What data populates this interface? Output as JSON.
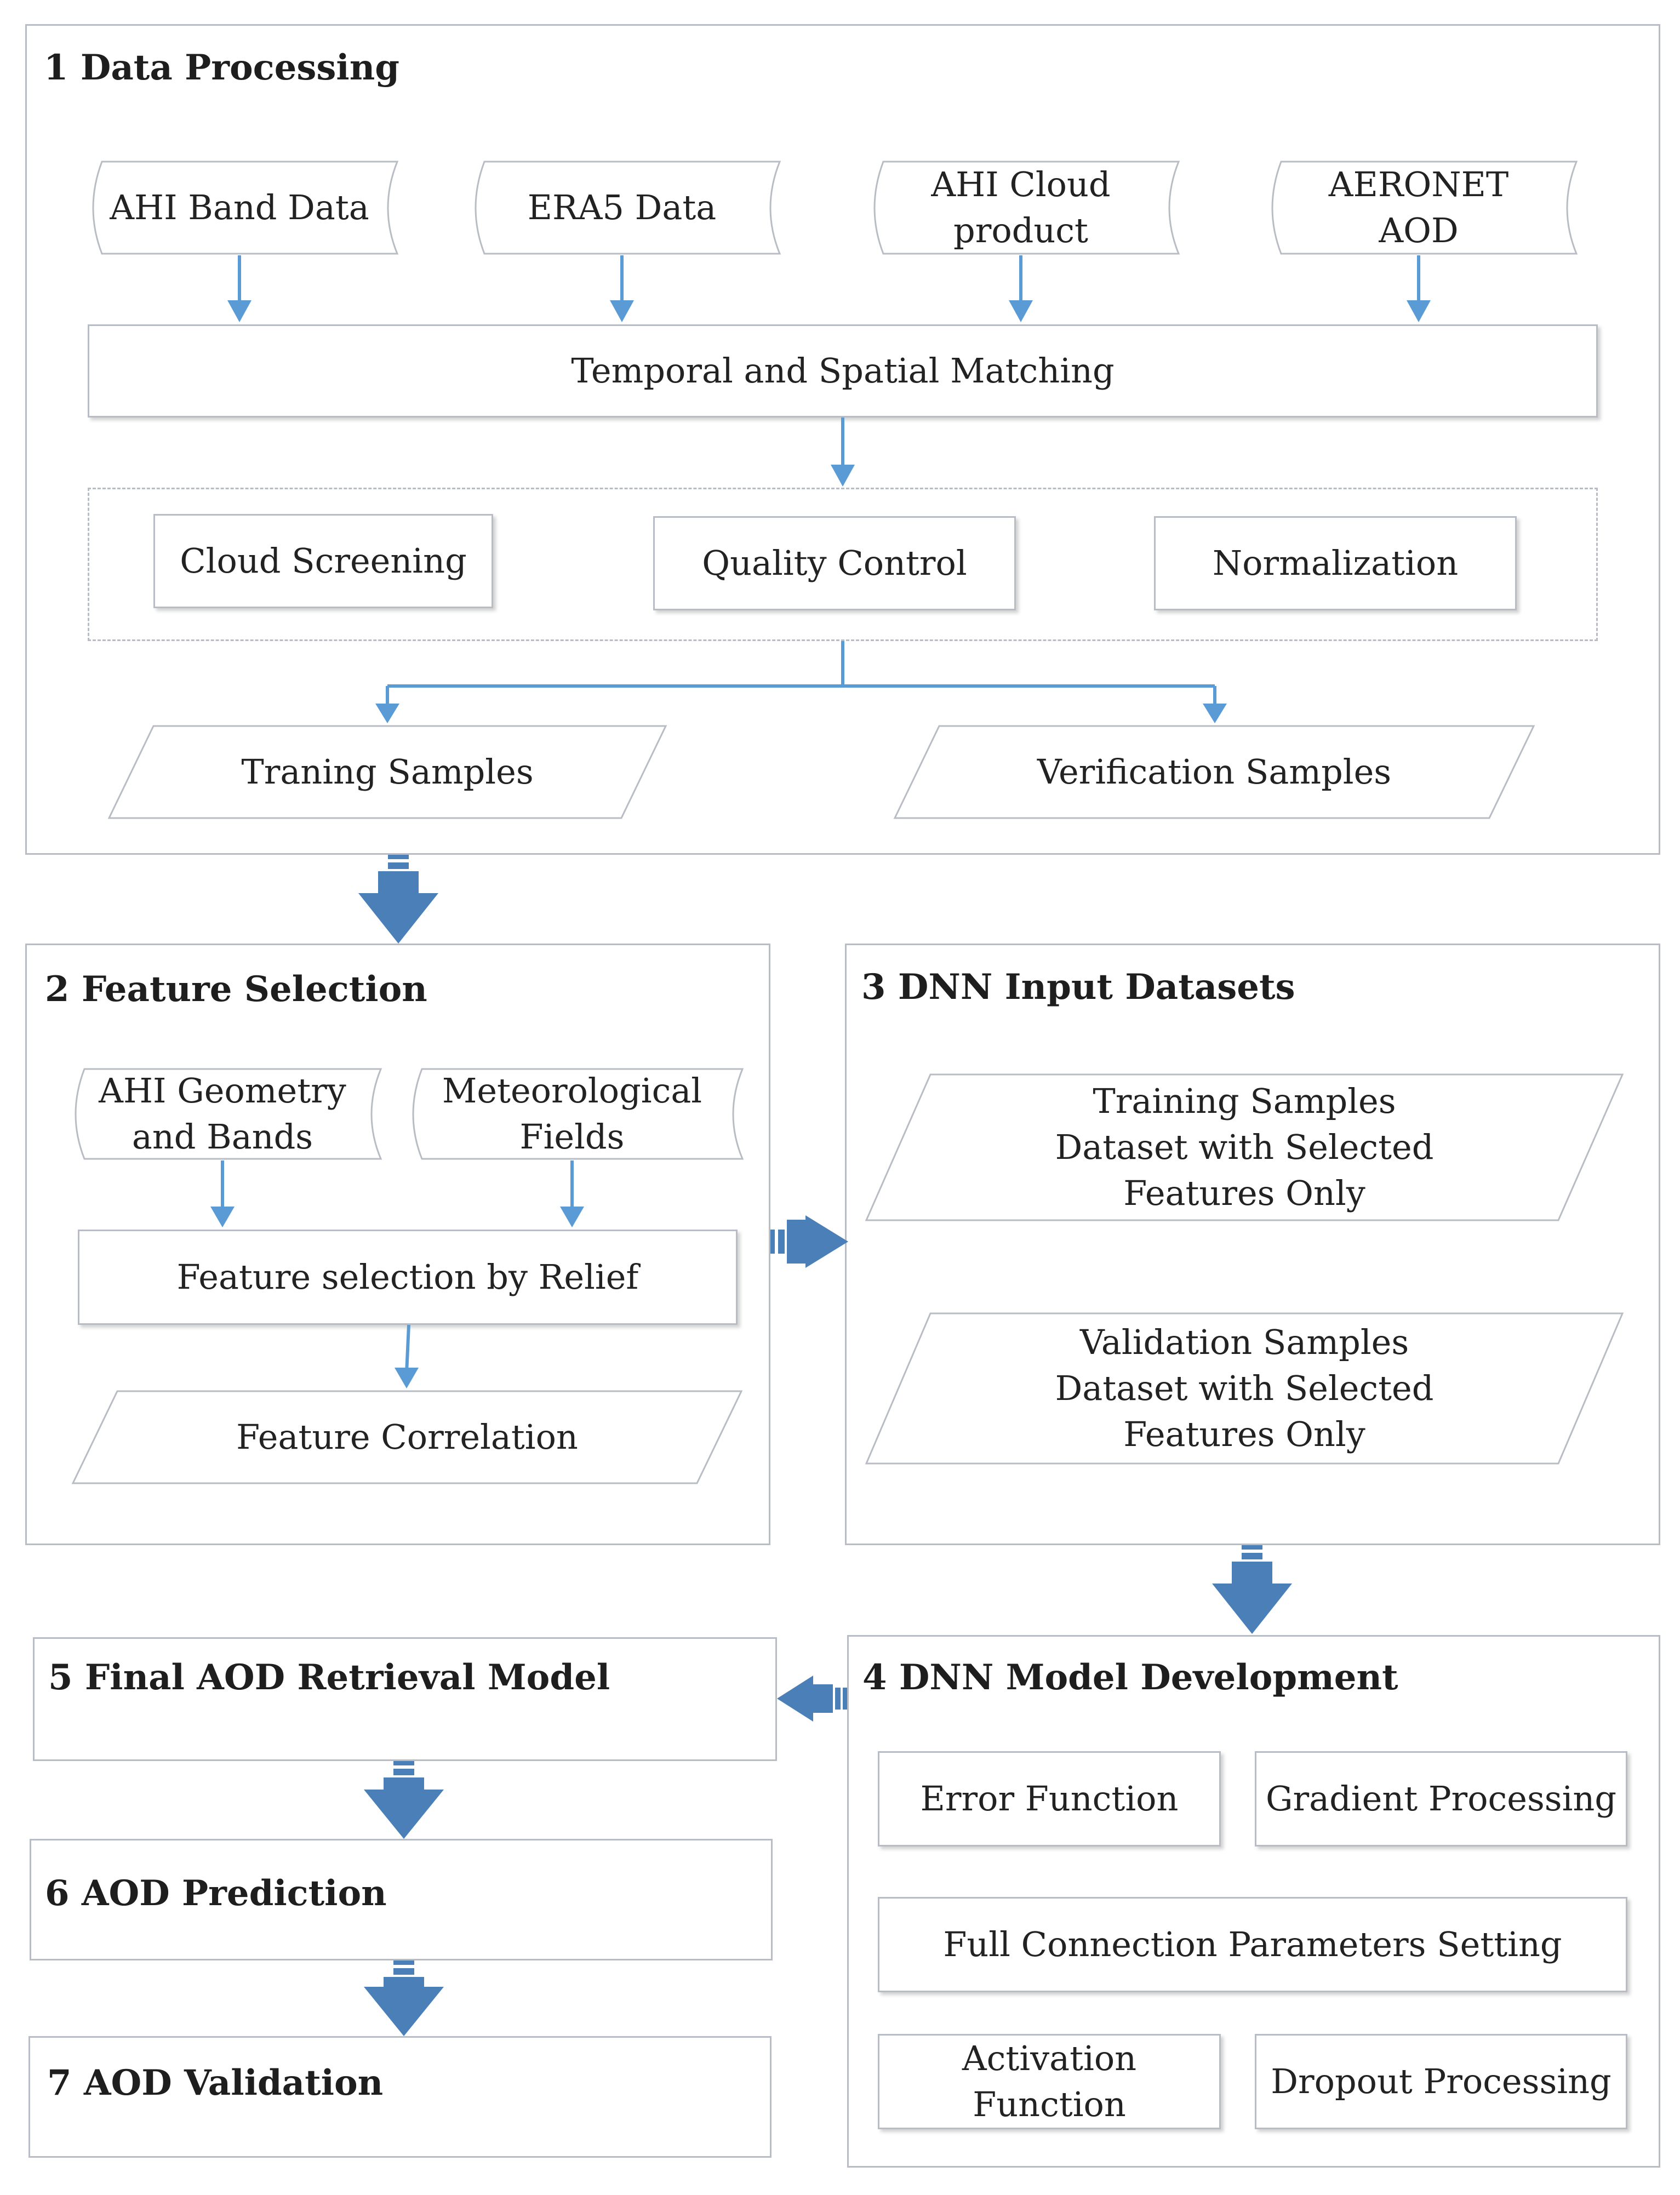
{
  "sections": {
    "s1": {
      "title": "1 Data Processing"
    },
    "s2": {
      "title": "2 Feature Selection"
    },
    "s3": {
      "title": "3 DNN Input Datasets"
    },
    "s4": {
      "title": "4 DNN Model Development"
    },
    "s5": {
      "title": "5 Final AOD Retrieval Model"
    },
    "s6": {
      "title": "6 AOD Prediction"
    },
    "s7": {
      "title": "7 AOD Validation"
    }
  },
  "data_processing": {
    "inputs": [
      "AHI Band Data",
      "ERA5 Data",
      "AHI Cloud\nproduct",
      "AERONET\nAOD"
    ],
    "matching": "Temporal and Spatial Matching",
    "steps": [
      "Cloud Screening",
      "Quality Control",
      "Normalization"
    ],
    "outputs": [
      "Traning Samples",
      "Verification Samples"
    ]
  },
  "feature_selection": {
    "inputs": [
      "AHI Geometry\nand Bands",
      "Meteorological\nFields"
    ],
    "relief": "Feature selection by Relief",
    "correlation": "Feature Correlation"
  },
  "dnn_input": {
    "training": "Training Samples\nDataset with Selected\nFeatures Only",
    "validation": "Validation Samples\nDataset with Selected\nFeatures Only"
  },
  "dnn_model": {
    "error_function": "Error Function",
    "gradient": "Gradient Processing",
    "full_connection": "Full Connection Parameters Setting",
    "activation": "Activation\nFunction",
    "dropout": "Dropout Processing"
  },
  "colors": {
    "border": "#b8bcc4",
    "arrow": "#5b9bd5",
    "block_arrow": "#4a7fb8"
  }
}
